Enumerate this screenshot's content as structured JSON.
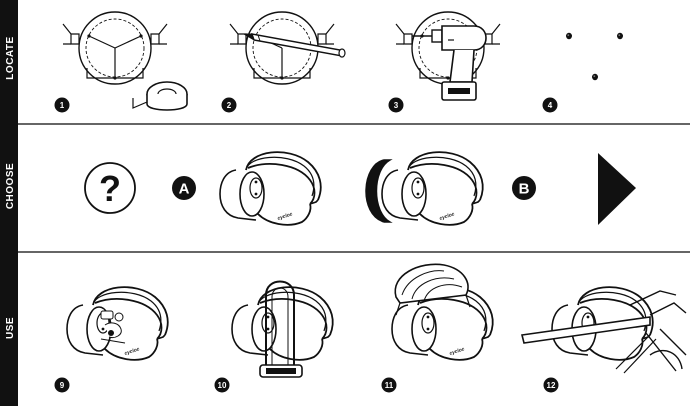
{
  "sections": [
    {
      "label": "LOCATE"
    },
    {
      "label": "CHOOSE"
    },
    {
      "label": "USE"
    }
  ],
  "steps": {
    "s1": "1",
    "s2": "2",
    "s3": "3",
    "s4": "4",
    "s9": "9",
    "s10": "10",
    "s11": "11",
    "s12": "12"
  },
  "choose": {
    "question": "?",
    "option_a": "A",
    "option_b": "B"
  },
  "brand": "cycloc",
  "colors": {
    "ink": "#111111",
    "sidebar": "#111111",
    "paper": "#ffffff",
    "divider": "#333333"
  }
}
